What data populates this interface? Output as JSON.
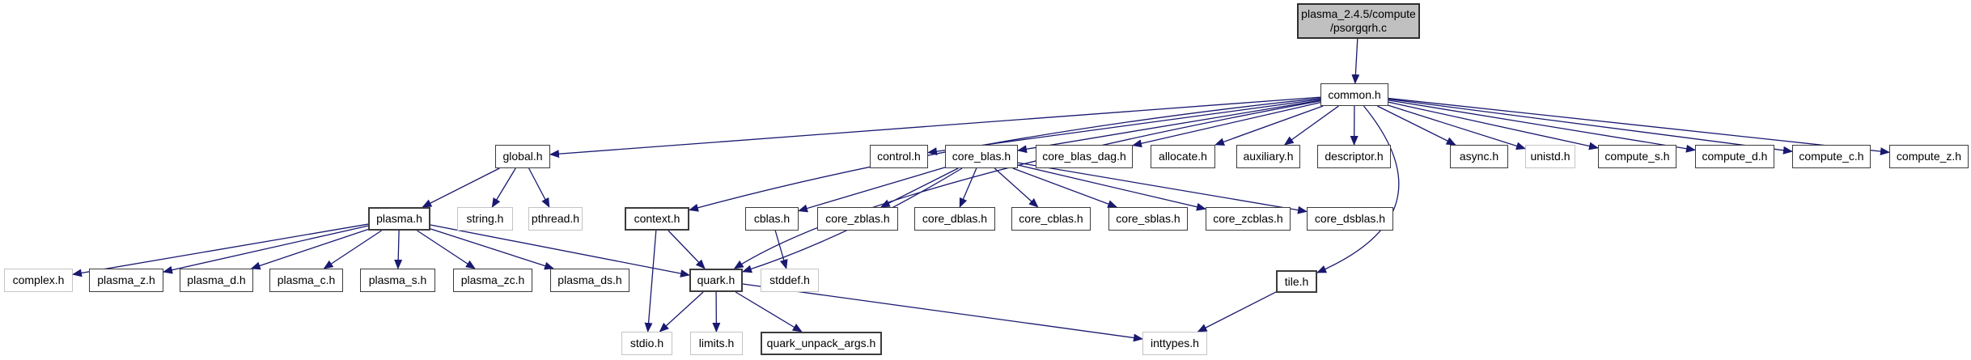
{
  "graph": {
    "kind": "include-dependency-graph",
    "nodes": {
      "psorgqrh": {
        "label": "plasma_2.4.5/compute\n/psorgqrh.c",
        "type": "root"
      },
      "common": {
        "label": "common.h",
        "type": "internal"
      },
      "global": {
        "label": "global.h",
        "type": "internal"
      },
      "control": {
        "label": "control.h",
        "type": "internal"
      },
      "core_blas": {
        "label": "core_blas.h",
        "type": "internal"
      },
      "core_blas_dag": {
        "label": "core_blas_dag.h",
        "type": "internal"
      },
      "allocate": {
        "label": "allocate.h",
        "type": "internal"
      },
      "auxiliary": {
        "label": "auxiliary.h",
        "type": "internal"
      },
      "descriptor": {
        "label": "descriptor.h",
        "type": "internal"
      },
      "async": {
        "label": "async.h",
        "type": "internal"
      },
      "unistd": {
        "label": "unistd.h",
        "type": "external"
      },
      "compute_s": {
        "label": "compute_s.h",
        "type": "internal"
      },
      "compute_d": {
        "label": "compute_d.h",
        "type": "internal"
      },
      "compute_c": {
        "label": "compute_c.h",
        "type": "internal"
      },
      "compute_z": {
        "label": "compute_z.h",
        "type": "internal"
      },
      "plasma": {
        "label": "plasma.h",
        "type": "internal"
      },
      "string": {
        "label": "string.h",
        "type": "external"
      },
      "pthread": {
        "label": "pthread.h",
        "type": "external"
      },
      "context": {
        "label": "context.h",
        "type": "internal"
      },
      "cblas": {
        "label": "cblas.h",
        "type": "internal"
      },
      "core_zblas": {
        "label": "core_zblas.h",
        "type": "internal"
      },
      "core_dblas": {
        "label": "core_dblas.h",
        "type": "internal"
      },
      "core_cblas": {
        "label": "core_cblas.h",
        "type": "internal"
      },
      "core_sblas": {
        "label": "core_sblas.h",
        "type": "internal"
      },
      "core_zcblas": {
        "label": "core_zcblas.h",
        "type": "internal"
      },
      "core_dsblas": {
        "label": "core_dsblas.h",
        "type": "internal"
      },
      "complex": {
        "label": "complex.h",
        "type": "external"
      },
      "plasma_z": {
        "label": "plasma_z.h",
        "type": "internal"
      },
      "plasma_d": {
        "label": "plasma_d.h",
        "type": "internal"
      },
      "plasma_c": {
        "label": "plasma_c.h",
        "type": "internal"
      },
      "plasma_s": {
        "label": "plasma_s.h",
        "type": "internal"
      },
      "plasma_zc": {
        "label": "plasma_zc.h",
        "type": "internal"
      },
      "plasma_ds": {
        "label": "plasma_ds.h",
        "type": "internal"
      },
      "quark": {
        "label": "quark.h",
        "type": "internal"
      },
      "stddef": {
        "label": "stddef.h",
        "type": "external"
      },
      "tile": {
        "label": "tile.h",
        "type": "internal"
      },
      "stdio": {
        "label": "stdio.h",
        "type": "external"
      },
      "limits": {
        "label": "limits.h",
        "type": "external"
      },
      "quark_unpack_args": {
        "label": "quark_unpack_args.h",
        "type": "internal"
      },
      "inttypes": {
        "label": "inttypes.h",
        "type": "external"
      }
    },
    "edges": [
      {
        "from": "psorgqrh",
        "to": "common"
      },
      {
        "from": "common",
        "to": "global"
      },
      {
        "from": "common",
        "to": "control"
      },
      {
        "from": "common",
        "to": "core_blas"
      },
      {
        "from": "common",
        "to": "core_blas_dag"
      },
      {
        "from": "common",
        "to": "allocate"
      },
      {
        "from": "common",
        "to": "auxiliary"
      },
      {
        "from": "common",
        "to": "descriptor"
      },
      {
        "from": "common",
        "to": "async"
      },
      {
        "from": "common",
        "to": "unistd"
      },
      {
        "from": "common",
        "to": "compute_s"
      },
      {
        "from": "common",
        "to": "compute_d"
      },
      {
        "from": "common",
        "to": "compute_c"
      },
      {
        "from": "common",
        "to": "compute_z"
      },
      {
        "from": "common",
        "to": "context"
      },
      {
        "from": "common",
        "to": "quark"
      },
      {
        "from": "common",
        "to": "tile"
      },
      {
        "from": "global",
        "to": "plasma"
      },
      {
        "from": "global",
        "to": "string"
      },
      {
        "from": "global",
        "to": "pthread"
      },
      {
        "from": "plasma",
        "to": "complex"
      },
      {
        "from": "plasma",
        "to": "plasma_z"
      },
      {
        "from": "plasma",
        "to": "plasma_d"
      },
      {
        "from": "plasma",
        "to": "plasma_c"
      },
      {
        "from": "plasma",
        "to": "plasma_s"
      },
      {
        "from": "plasma",
        "to": "plasma_zc"
      },
      {
        "from": "plasma",
        "to": "plasma_ds"
      },
      {
        "from": "plasma",
        "to": "quark"
      },
      {
        "from": "context",
        "to": "quark"
      },
      {
        "from": "context",
        "to": "stdio"
      },
      {
        "from": "core_blas",
        "to": "cblas"
      },
      {
        "from": "core_blas",
        "to": "core_zblas"
      },
      {
        "from": "core_blas",
        "to": "core_dblas"
      },
      {
        "from": "core_blas",
        "to": "core_cblas"
      },
      {
        "from": "core_blas",
        "to": "core_sblas"
      },
      {
        "from": "core_blas",
        "to": "core_zcblas"
      },
      {
        "from": "core_blas",
        "to": "core_dsblas"
      },
      {
        "from": "core_blas",
        "to": "quark"
      },
      {
        "from": "cblas",
        "to": "stddef"
      },
      {
        "from": "quark",
        "to": "stdio"
      },
      {
        "from": "quark",
        "to": "limits"
      },
      {
        "from": "quark",
        "to": "quark_unpack_args"
      },
      {
        "from": "quark",
        "to": "inttypes"
      },
      {
        "from": "tile",
        "to": "inttypes"
      }
    ]
  },
  "colors": {
    "edge": "#191970",
    "internal_border": "#3c3c3c",
    "external_border": "#c4c4c4",
    "root_fill": "#c0c0c0",
    "node_fill": "#ffffff",
    "text": "#000000",
    "background": "#ffffff"
  }
}
